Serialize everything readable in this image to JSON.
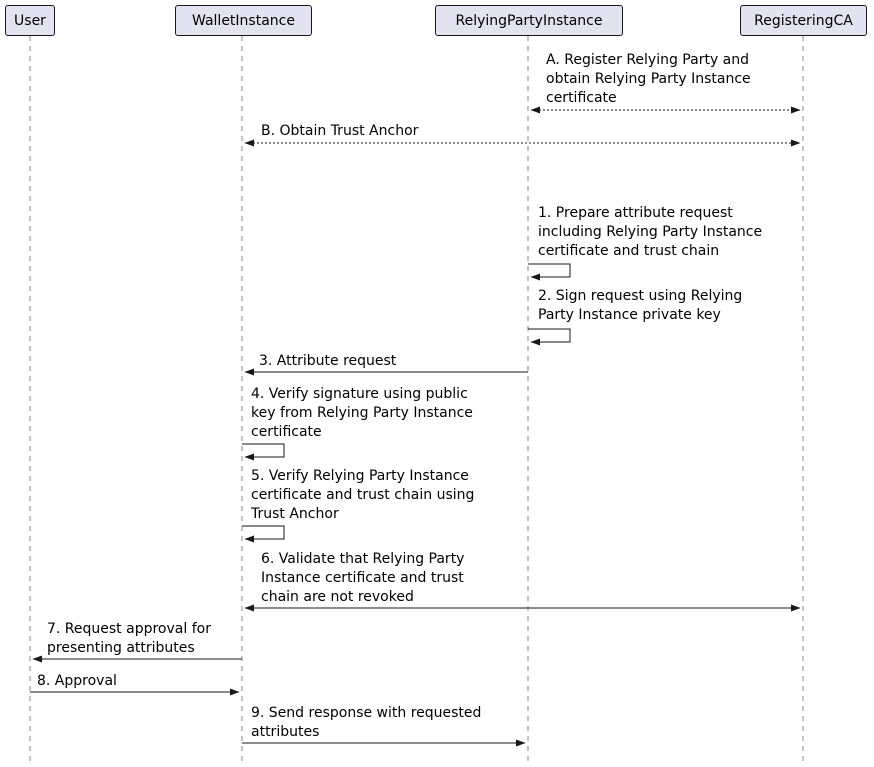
{
  "diagram": {
    "kind": "sequence-diagram",
    "colors": {
      "participant_fill": "#E2E2F0",
      "participant_border": "#181818",
      "line": "#181818",
      "lifeline": "#8a8a8a",
      "text": "#000000",
      "background": "#ffffff"
    },
    "participants": [
      {
        "id": "user",
        "label": "User"
      },
      {
        "id": "wallet",
        "label": "WalletInstance"
      },
      {
        "id": "relying_party",
        "label": "RelyingPartyInstance"
      },
      {
        "id": "registering_ca",
        "label": "RegisteringCA"
      }
    ],
    "messages": [
      {
        "id": "A",
        "from": "RelyingPartyInstance",
        "to": "RegisteringCA",
        "line": "dashed",
        "arrow": "both",
        "text": "A. Register Relying Party and\nobtain Relying Party Instance\ncertificate"
      },
      {
        "id": "B",
        "from": "WalletInstance",
        "to": "RegisteringCA",
        "line": "dashed",
        "arrow": "both",
        "text": "B. Obtain Trust Anchor"
      },
      {
        "id": "1",
        "from": "RelyingPartyInstance",
        "to": "RelyingPartyInstance",
        "line": "solid",
        "arrow": "self",
        "text": "1. Prepare attribute request\nincluding Relying Party Instance\ncertificate and trust chain"
      },
      {
        "id": "2",
        "from": "RelyingPartyInstance",
        "to": "RelyingPartyInstance",
        "line": "solid",
        "arrow": "self",
        "text": "2. Sign request using Relying\nParty Instance private key"
      },
      {
        "id": "3",
        "from": "RelyingPartyInstance",
        "to": "WalletInstance",
        "line": "solid",
        "arrow": "single",
        "text": "3. Attribute request"
      },
      {
        "id": "4",
        "from": "WalletInstance",
        "to": "WalletInstance",
        "line": "solid",
        "arrow": "self",
        "text": "4. Verify signature using public\nkey from Relying Party Instance\ncertificate"
      },
      {
        "id": "5",
        "from": "WalletInstance",
        "to": "WalletInstance",
        "line": "solid",
        "arrow": "self",
        "text": "5. Verify Relying Party Instance\ncertificate and trust chain using\nTrust Anchor"
      },
      {
        "id": "6",
        "from": "WalletInstance",
        "to": "RegisteringCA",
        "line": "solid",
        "arrow": "both",
        "text": "6. Validate that Relying Party\nInstance certificate and trust\nchain are not revoked"
      },
      {
        "id": "7",
        "from": "WalletInstance",
        "to": "User",
        "line": "solid",
        "arrow": "single",
        "text": "7. Request approval for\npresenting attributes"
      },
      {
        "id": "8",
        "from": "User",
        "to": "WalletInstance",
        "line": "solid",
        "arrow": "single",
        "text": "8. Approval"
      },
      {
        "id": "9",
        "from": "WalletInstance",
        "to": "RelyingPartyInstance",
        "line": "solid",
        "arrow": "single",
        "text": "9. Send response with requested\nattributes"
      }
    ]
  }
}
